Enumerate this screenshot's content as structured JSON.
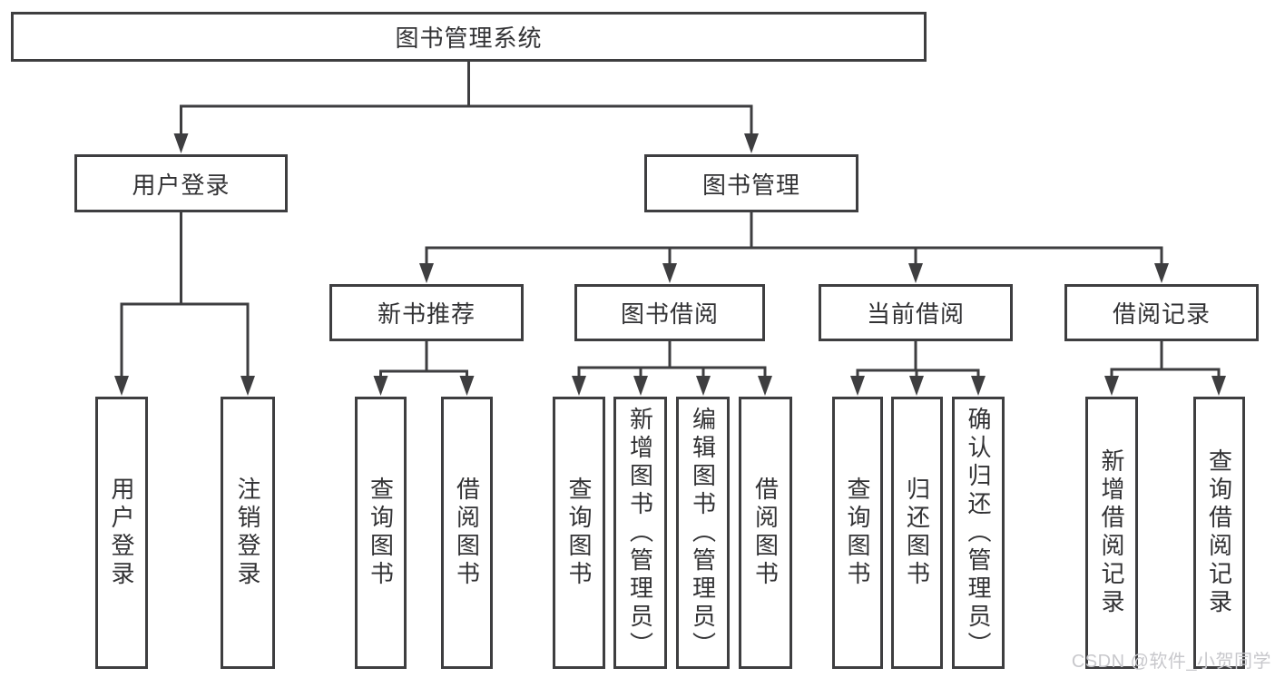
{
  "colors": {
    "line": "#3e3e40",
    "text": "#323234",
    "background": "#ffffff",
    "watermark": "#c8c8cc"
  },
  "tree": {
    "root": {
      "label": "图书管理系统"
    },
    "level2": [
      {
        "label": "用户登录"
      },
      {
        "label": "图书管理"
      }
    ],
    "level3": [
      {
        "label": "新书推荐"
      },
      {
        "label": "图书借阅"
      },
      {
        "label": "当前借阅"
      },
      {
        "label": "借阅记录"
      }
    ],
    "level4": {
      "user_login": [
        {
          "label": "用户登录"
        },
        {
          "label": "注销登录"
        }
      ],
      "new_book_recommendation": [
        {
          "label": "查询图书"
        },
        {
          "label": "借阅图书"
        }
      ],
      "book_borrowing": [
        {
          "label": "查询图书"
        },
        {
          "label": "新增图书（管理员）"
        },
        {
          "label": "编辑图书（管理员）"
        },
        {
          "label": "借阅图书"
        }
      ],
      "current_borrowing": [
        {
          "label": "查询图书"
        },
        {
          "label": "归还图书"
        },
        {
          "label": "确认归还（管理员）"
        }
      ],
      "borrowing_records": [
        {
          "label": "新增借阅记录"
        },
        {
          "label": "查询借阅记录"
        }
      ]
    }
  },
  "watermark": {
    "text": "CSDN @软件_小贺同学"
  }
}
